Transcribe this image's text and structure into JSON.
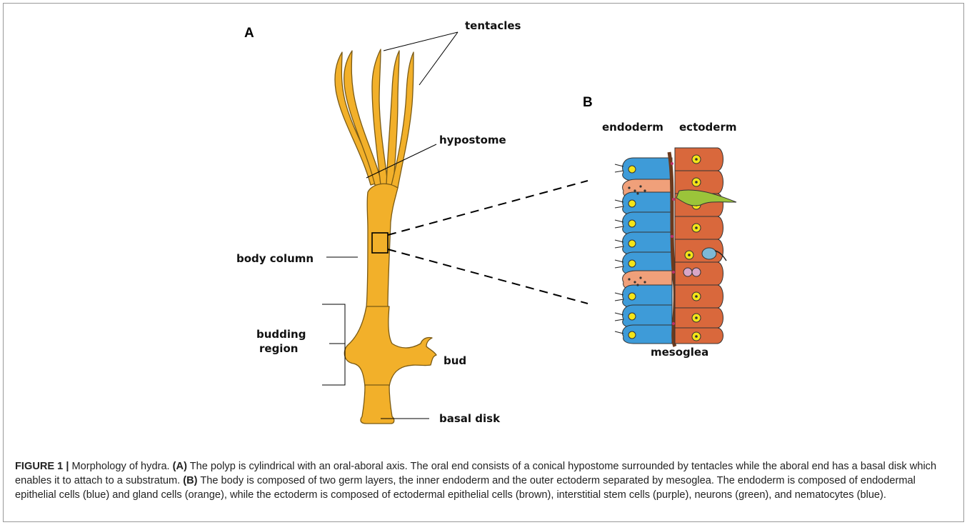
{
  "panels": {
    "a": "A",
    "b": "B"
  },
  "labels_a": {
    "tentacles": "tentacles",
    "hypostome": "hypostome",
    "body_column": "body column",
    "budding_region_line1": "budding",
    "budding_region_line2": "region",
    "bud": "bud",
    "basal_disk": "basal disk"
  },
  "labels_b": {
    "endoderm": "endoderm",
    "ectoderm": "ectoderm",
    "mesoglea": "mesoglea"
  },
  "caption": {
    "figure_label": "FIGURE 1",
    "separator": " | ",
    "title": "Morphology of hydra. ",
    "panel_a_ref": "(A)",
    "panel_a_text": " The polyp is cylindrical with an oral-aboral axis. The oral end consists of a conical hypostome surrounded by tentacles while the aboral end has a basal disk which enables it to attach to a substratum. ",
    "panel_b_ref": "(B)",
    "panel_b_text": " The body is composed of two germ layers, the inner endoderm and the outer ectoderm separated by mesoglea. The endoderm is composed of endodermal epithelial cells (blue) and gland cells (orange), while the ectoderm is composed of ectodermal epithelial cells (brown), interstitial stem cells (purple), neurons (green), and nematocytes (blue)."
  },
  "colors": {
    "hydra_body": "#F2B02A",
    "hydra_outline": "#7a5a14",
    "endoderm_cell": "#3E9BD8",
    "gland_cell": "#F0A07A",
    "ectoderm_cell": "#D9683C",
    "nucleus": "#F4E418",
    "mesoglea": "#6B3A1E",
    "neuron": "#9BC43A",
    "stem_cell": "#D8A6C8"
  }
}
